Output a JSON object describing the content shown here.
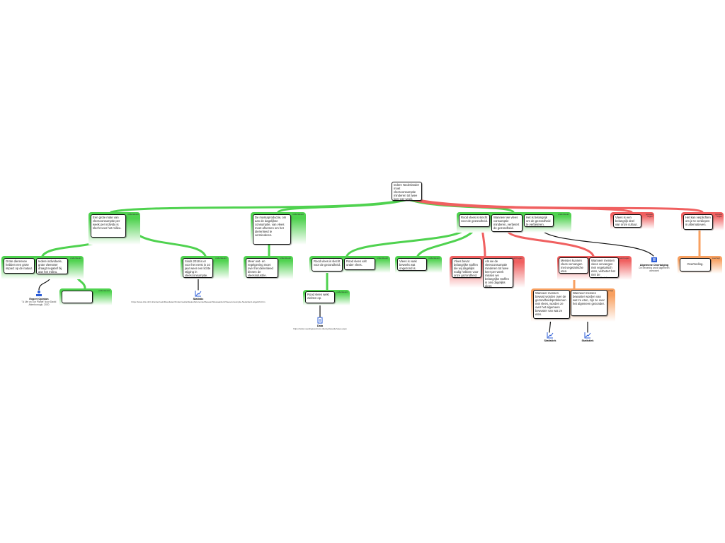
{
  "labels": {
    "supports": "ondersteunt",
    "opposes": "spreekt tegen",
    "rebuts": "weerlegt"
  },
  "colors": {
    "supports": "#4fd24f",
    "opposes": "#f06060",
    "rebuts": "#f8a060"
  },
  "root": "Iedere Nederlander moet vleesconsumptie minderen tot twee keer per week.",
  "nodes": {
    "a": "Een grote mate van vleesconsumptie per week per individu is slecht voor het milieu.",
    "b": "De massaproductie, om aan de dagelijkse consumptie, van vlees moet afnemen om het dierenleed te verminderen.",
    "c1": "Rood vlees is slecht voor de gezondheid.",
    "c2": "Wanneer we vlees consumptie minderen, verbetert de gezondheid.",
    "c3": "Het is belangrijk om de gezondheid te verbeteren.",
    "d": "Vlees is een belangrijk deel van onze cultuur.",
    "e": "Het kan verplichten om je te verdiepen in alternatieven.",
    "a1a": "Grote dierenvee hebben een grote impact op de natuur.",
    "a1b": "Iedere individuele, grote vleeseter draagt negatief bij aan het milieu.",
    "a2": "",
    "a3": "Sinds 2018 is er voor het eerst in 10 jaar weer een lichte stijging in vleesconsumptie.",
    "b1": "Meer wet- en regelgeving moet over het dierenleed binnen de vleesindustrie.",
    "c1a": "Rood vlees is slecht voor de gezondheid.",
    "c1b": "Rood vlees valt onder vlees.",
    "c1c": "Rood vlees wekt ziekten op.",
    "c2a": "Vlees is vaak bewerkt wat ongezond is.",
    "c3a": "Vlees bevat belangrijke stoffen die wij dagelijks nodig hebben voor onze gezondheid.",
    "c3b": "Als we de vleesconsumptie minderen tot twee keer per week missen we belangrijke stoffen in ons dagelijks dieet.",
    "c4a": "Mensen kunnen vlees vervangen met vegetarische eten.",
    "c4b": "Wanneer mensen vlees vervangen met vegetarisch eten, verbetert het niet de gezondheid.",
    "c5a": "Wanneer mensen bewust worden over de gezondheidsproblemen met vlees, worden ze over het algemeen bewuster van wat ze eten.",
    "c5b": "Wanneer mensen bewuster worden van wat ze eten, zijn ze over het algemeen gezonder.",
    "e1": "Overtreding."
  },
  "evidence": {
    "expert": {
      "title": "Expert Opinion",
      "text": "\"A Life on Our Planet\" door David Attenborough, 2020"
    },
    "stat1": {
      "title": "Statistic",
      "text": "https://www.cbs.nl/nl-nl/onderzoek/Resultaten/Onderzoek/artikelen/Economie/Researchbewaarders/Vleesconsumptie-Nederland-uitgelicht.htm"
    },
    "data": {
      "title": "Data",
      "text": "https://www.voedingscentrum.nl/encyclopedie/vlees.aspx"
    },
    "general": {
      "title": "Algemene Overtuiging",
      "text": "De bewering wordt algemeen aanvaard"
    },
    "stat2": {
      "title": "Statistiek"
    },
    "stat3": {
      "title": "Statistiek"
    }
  }
}
